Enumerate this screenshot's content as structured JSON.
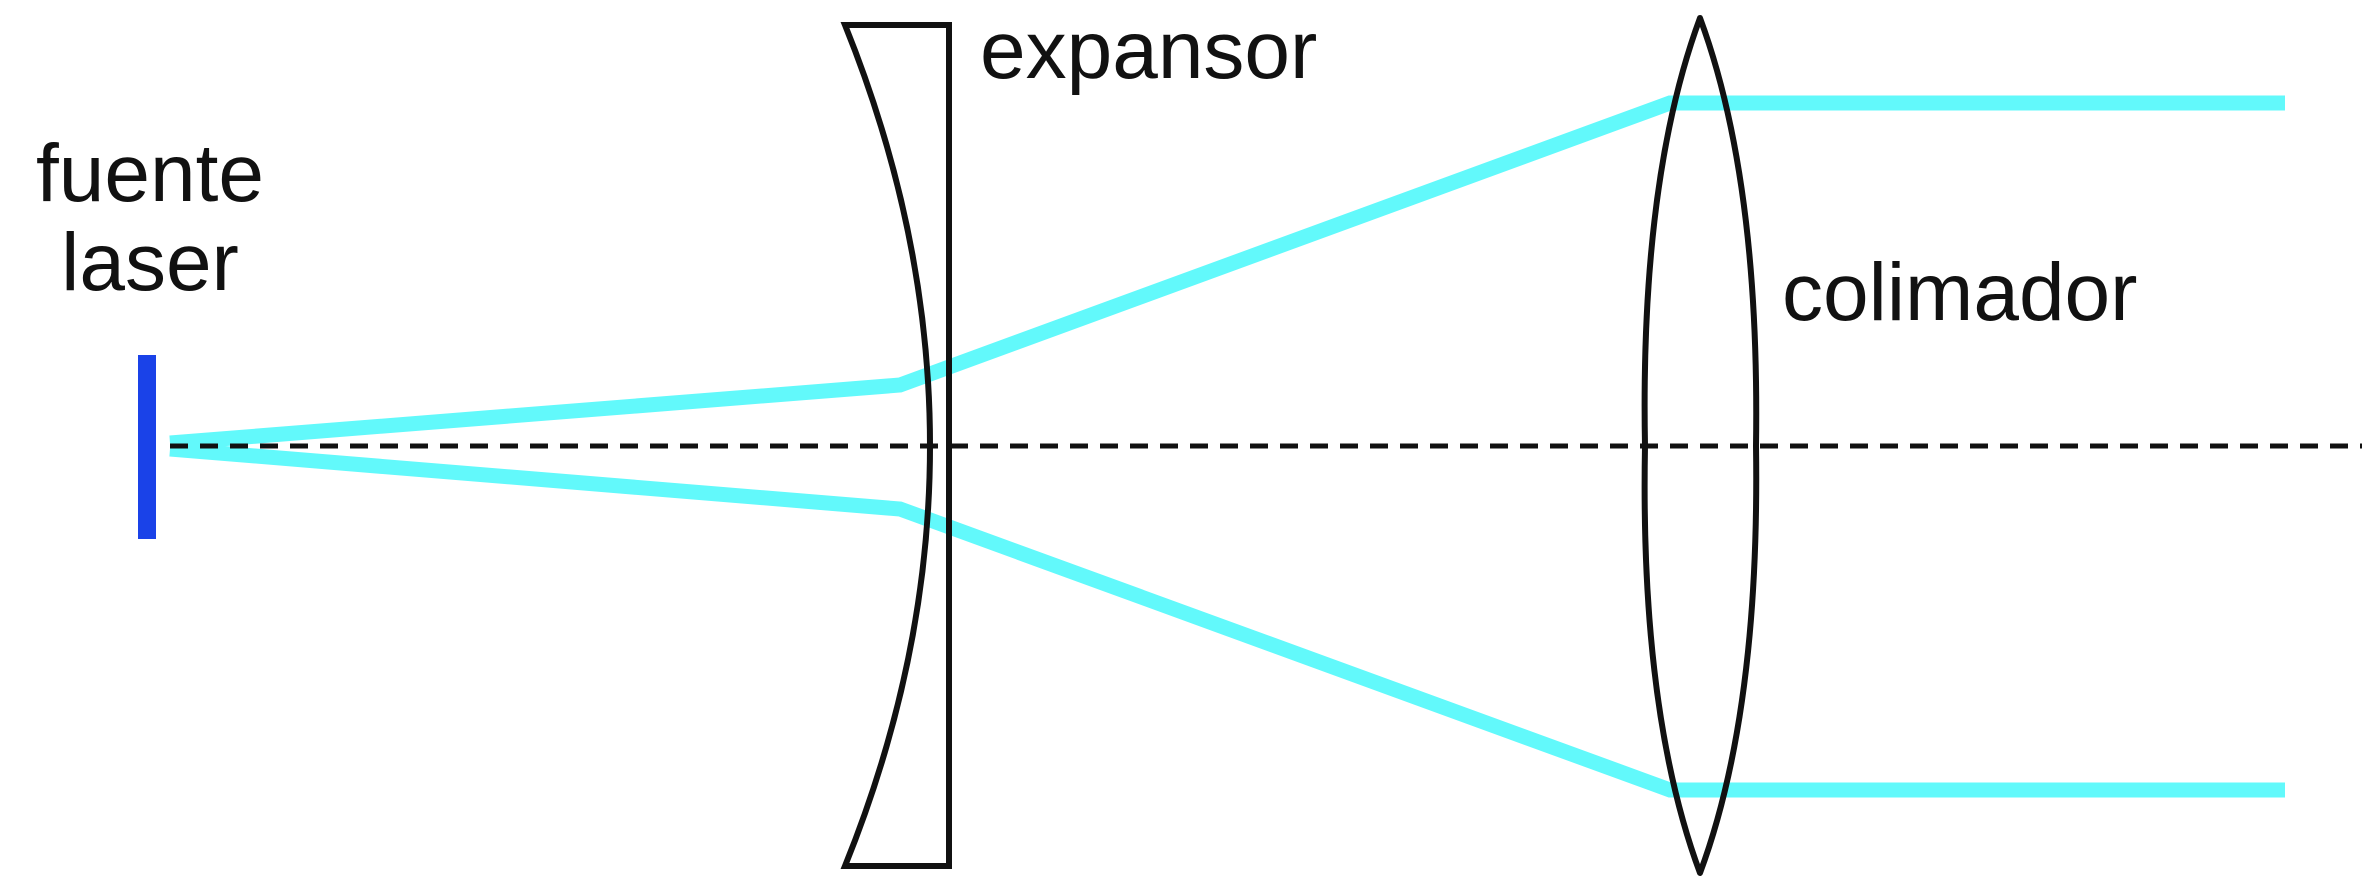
{
  "labels": {
    "source_line1": "fuente",
    "source_line2": "laser",
    "expander": "expansor",
    "collimator": "colimador"
  },
  "colors": {
    "laser_source": "#1a42e8",
    "beam": "#62f9fb",
    "lens_outline": "#111111",
    "optical_axis": "#111111"
  }
}
